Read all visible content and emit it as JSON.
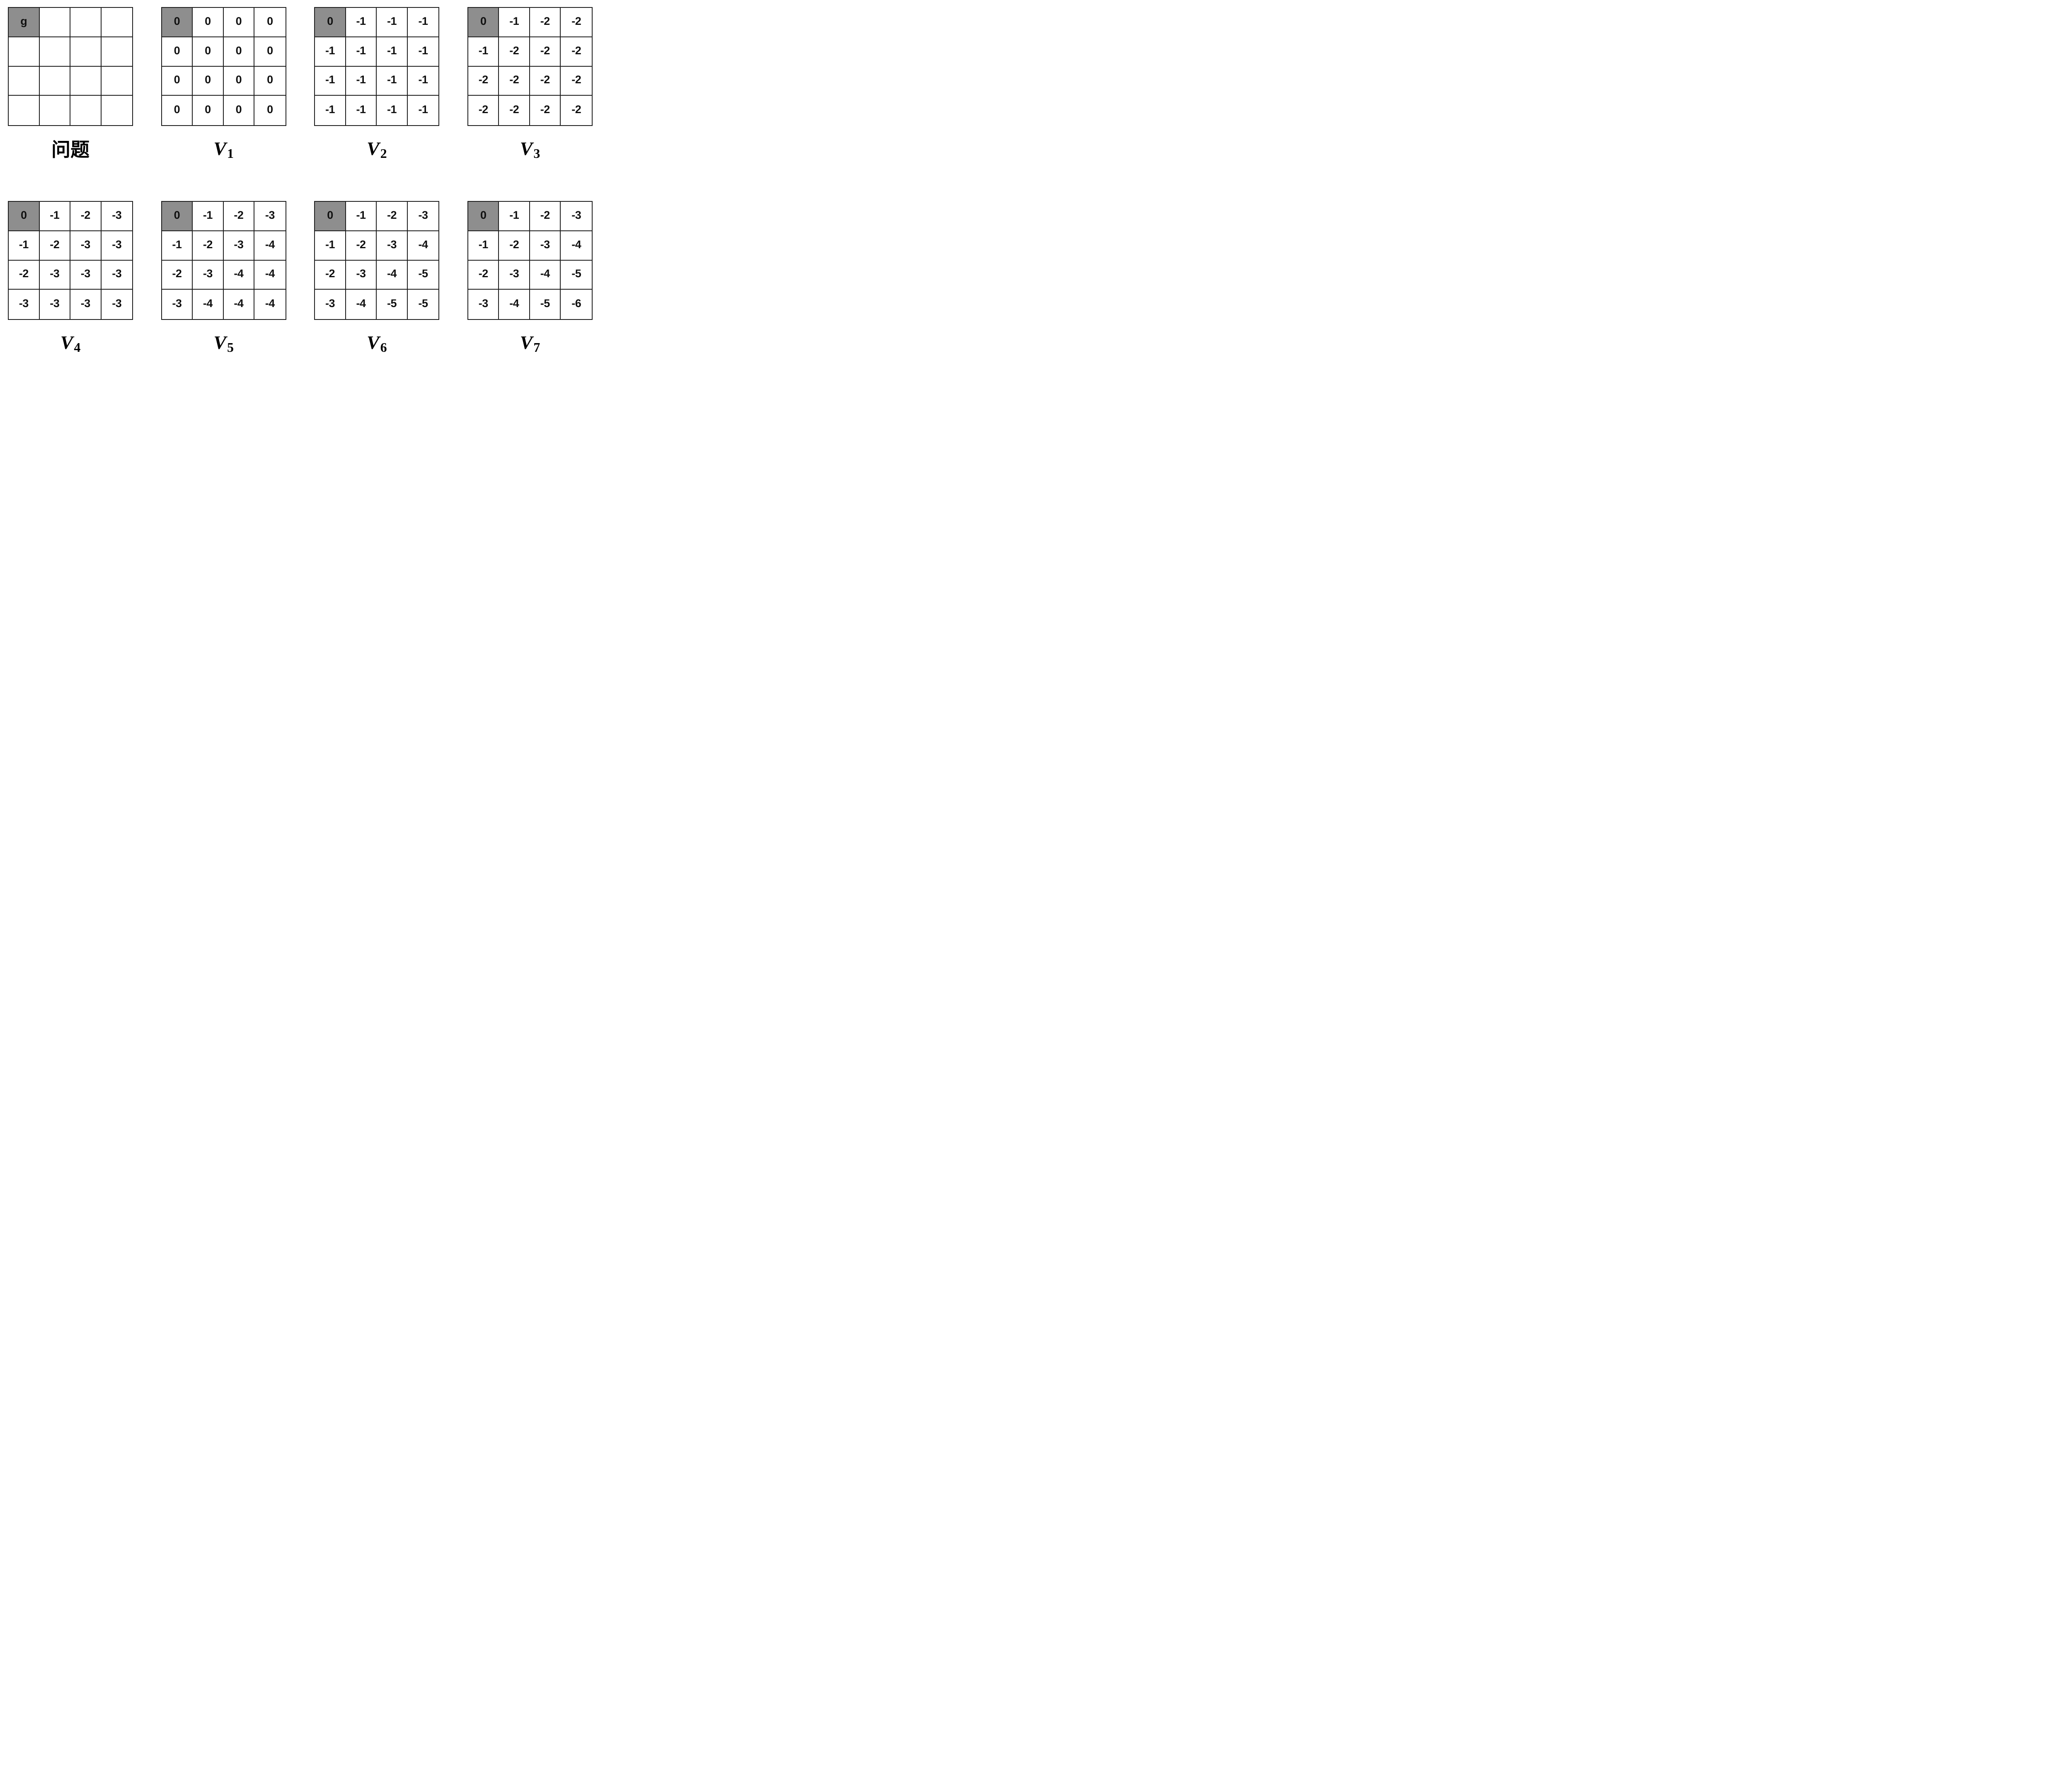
{
  "colors": {
    "background": "#ffffff",
    "goal_cell_fill": "#8e8e8e",
    "grid_line": "#1c1c1c",
    "text": "#101010"
  },
  "figures": [
    {
      "id": "problem",
      "label": "问题",
      "goal": [
        0,
        0
      ],
      "cells": [
        [
          "g",
          "",
          "",
          ""
        ],
        [
          "",
          "",
          "",
          ""
        ],
        [
          "",
          "",
          "",
          ""
        ],
        [
          "",
          "",
          "",
          ""
        ]
      ]
    },
    {
      "id": "V1",
      "label_base": "V",
      "label_sub": "1",
      "goal": [
        0,
        0
      ],
      "cells": [
        [
          "0",
          "0",
          "0",
          "0"
        ],
        [
          "0",
          "0",
          "0",
          "0"
        ],
        [
          "0",
          "0",
          "0",
          "0"
        ],
        [
          "0",
          "0",
          "0",
          "0"
        ]
      ]
    },
    {
      "id": "V2",
      "label_base": "V",
      "label_sub": "2",
      "goal": [
        0,
        0
      ],
      "cells": [
        [
          "0",
          "-1",
          "-1",
          "-1"
        ],
        [
          "-1",
          "-1",
          "-1",
          "-1"
        ],
        [
          "-1",
          "-1",
          "-1",
          "-1"
        ],
        [
          "-1",
          "-1",
          "-1",
          "-1"
        ]
      ]
    },
    {
      "id": "V3",
      "label_base": "V",
      "label_sub": "3",
      "goal": [
        0,
        0
      ],
      "cells": [
        [
          "0",
          "-1",
          "-2",
          "-2"
        ],
        [
          "-1",
          "-2",
          "-2",
          "-2"
        ],
        [
          "-2",
          "-2",
          "-2",
          "-2"
        ],
        [
          "-2",
          "-2",
          "-2",
          "-2"
        ]
      ]
    },
    {
      "id": "V4",
      "label_base": "V",
      "label_sub": "4",
      "goal": [
        0,
        0
      ],
      "cells": [
        [
          "0",
          "-1",
          "-2",
          "-3"
        ],
        [
          "-1",
          "-2",
          "-3",
          "-3"
        ],
        [
          "-2",
          "-3",
          "-3",
          "-3"
        ],
        [
          "-3",
          "-3",
          "-3",
          "-3"
        ]
      ]
    },
    {
      "id": "V5",
      "label_base": "V",
      "label_sub": "5",
      "goal": [
        0,
        0
      ],
      "cells": [
        [
          "0",
          "-1",
          "-2",
          "-3"
        ],
        [
          "-1",
          "-2",
          "-3",
          "-4"
        ],
        [
          "-2",
          "-3",
          "-4",
          "-4"
        ],
        [
          "-3",
          "-4",
          "-4",
          "-4"
        ]
      ]
    },
    {
      "id": "V6",
      "label_base": "V",
      "label_sub": "6",
      "goal": [
        0,
        0
      ],
      "cells": [
        [
          "0",
          "-1",
          "-2",
          "-3"
        ],
        [
          "-1",
          "-2",
          "-3",
          "-4"
        ],
        [
          "-2",
          "-3",
          "-4",
          "-5"
        ],
        [
          "-3",
          "-4",
          "-5",
          "-5"
        ]
      ]
    },
    {
      "id": "V7",
      "label_base": "V",
      "label_sub": "7",
      "goal": [
        0,
        0
      ],
      "cells": [
        [
          "0",
          "-1",
          "-2",
          "-3"
        ],
        [
          "-1",
          "-2",
          "-3",
          "-4"
        ],
        [
          "-2",
          "-3",
          "-4",
          "-5"
        ],
        [
          "-3",
          "-4",
          "-5",
          "-6"
        ]
      ]
    }
  ]
}
